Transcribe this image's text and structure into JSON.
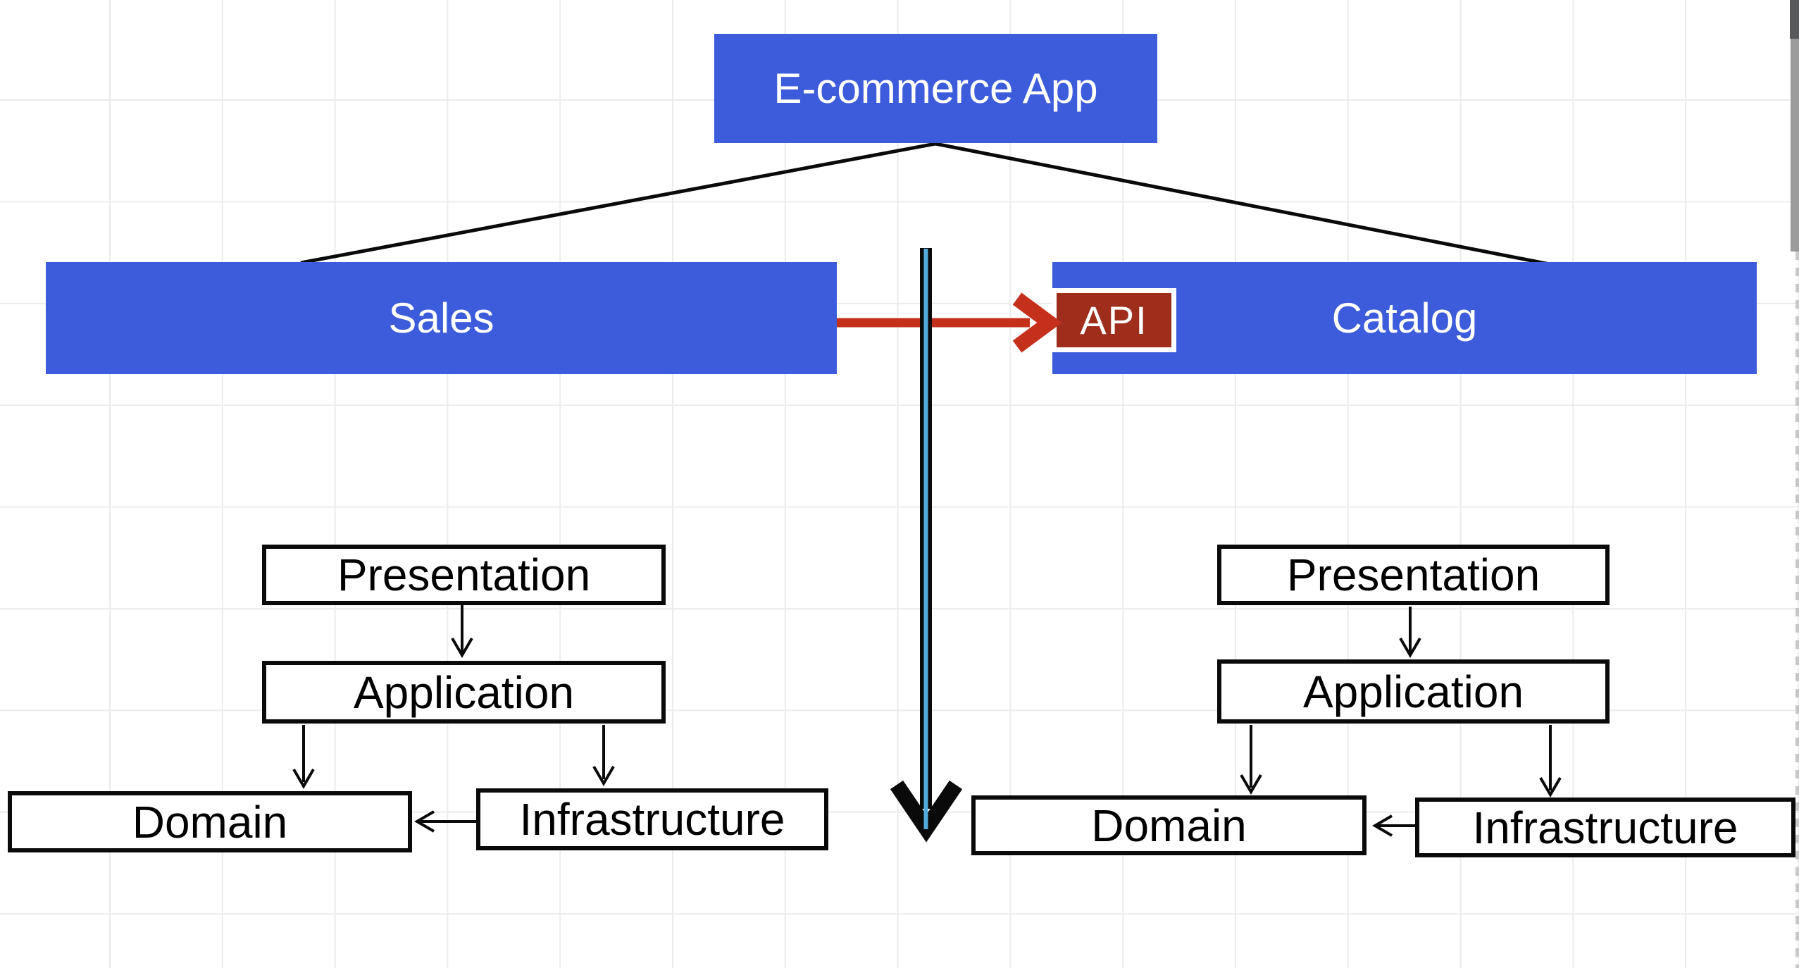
{
  "title": "E-commerce App architecture diagram",
  "colors": {
    "node_blue": "#3d5cdb",
    "node_text": "#ffffff",
    "api_red": "#9e2d1c",
    "arrow_red": "#c5301c",
    "arrow_cyan": "#54abdb",
    "ink": "#0a0a0a",
    "grid": "#ececec",
    "canvas_bg": "#ffffff",
    "sb_dark": "#58595b",
    "sb_gray": "#9b9b9b",
    "dash": "#c8c8c8",
    "layer_text": "#000000"
  },
  "nodes": {
    "app": {
      "label": "E-commerce App"
    },
    "sales": {
      "label": "Sales"
    },
    "catalog": {
      "label": "Catalog"
    },
    "api": {
      "label": "API"
    }
  },
  "sales_layers": {
    "presentation": "Presentation",
    "application": "Application",
    "domain": "Domain",
    "infrastructure": "Infrastructure"
  },
  "catalog_layers": {
    "presentation": "Presentation",
    "application": "Application",
    "domain": "Domain",
    "infrastructure": "Infrastructure"
  }
}
